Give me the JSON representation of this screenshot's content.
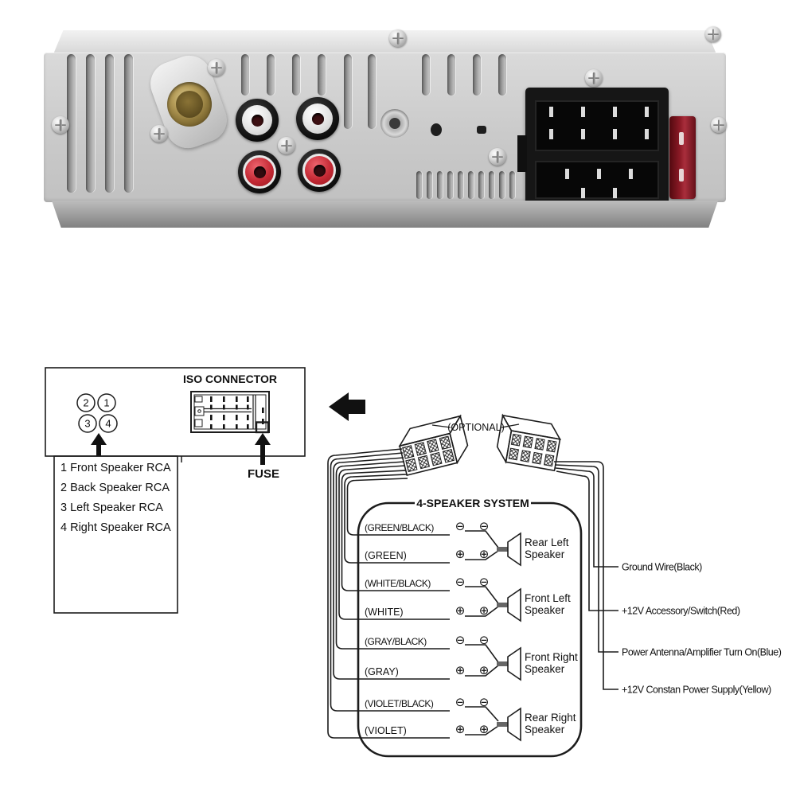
{
  "colors": {
    "diagram_line": "#1c1c1c",
    "panel_gray": "#cccccc",
    "connector_black": "#161616",
    "fuse_red": "#8c1a26",
    "rca_red": "#c42a35",
    "brass": "#b59c58"
  },
  "iso_panel": {
    "title": "ISO CONNECTOR",
    "fuse_label": "FUSE",
    "pin_numbers": [
      "2",
      "1",
      "3",
      "4"
    ],
    "legend": [
      "1 Front Speaker RCA",
      "2 Back Speaker RCA",
      "3 Left  Speaker RCA",
      "4 Right  Speaker RCA"
    ]
  },
  "harness": {
    "optional_label": "(OPTIONAL)",
    "speaker_system": {
      "title": "4-SPEAKER SYSTEM",
      "minus_symbol": "⊖",
      "plus_symbol": "⊕",
      "rows": [
        {
          "neg_wire": "(GREEN/BLACK)",
          "pos_wire": "(GREEN)",
          "speaker_line1": "Rear Left",
          "speaker_line2": "Speaker"
        },
        {
          "neg_wire": "(WHITE/BLACK)",
          "pos_wire": "(WHITE)",
          "speaker_line1": "Front Left",
          "speaker_line2": "Speaker"
        },
        {
          "neg_wire": "(GRAY/BLACK)",
          "pos_wire": "(GRAY)",
          "speaker_line1": "Front Right",
          "speaker_line2": "Speaker"
        },
        {
          "neg_wire": "(VIOLET/BLACK)",
          "pos_wire": "(VIOLET)",
          "speaker_line1": "Rear Right",
          "speaker_line2": "Speaker"
        }
      ]
    },
    "power_wires": [
      "Ground Wire(Black)",
      "+12V Accessory/Switch(Red)",
      "Power Antenna/Amplifier Turn On(Blue)",
      "+12V Constan Power Supply(Yellow)"
    ]
  }
}
